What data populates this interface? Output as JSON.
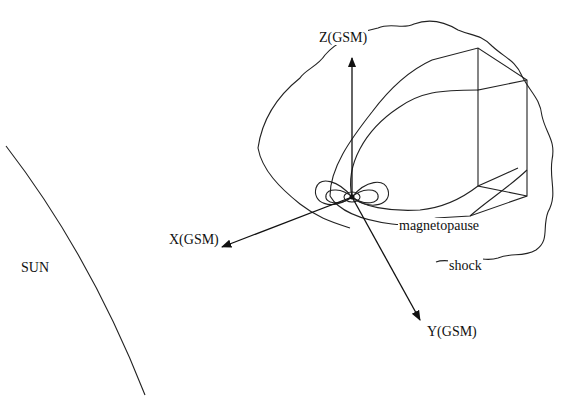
{
  "diagram": {
    "labels": [
      "Z(GSM)",
      "X(GSM)",
      "Y(GSM)",
      "SUN",
      "magnetopause",
      "shock"
    ]
  }
}
